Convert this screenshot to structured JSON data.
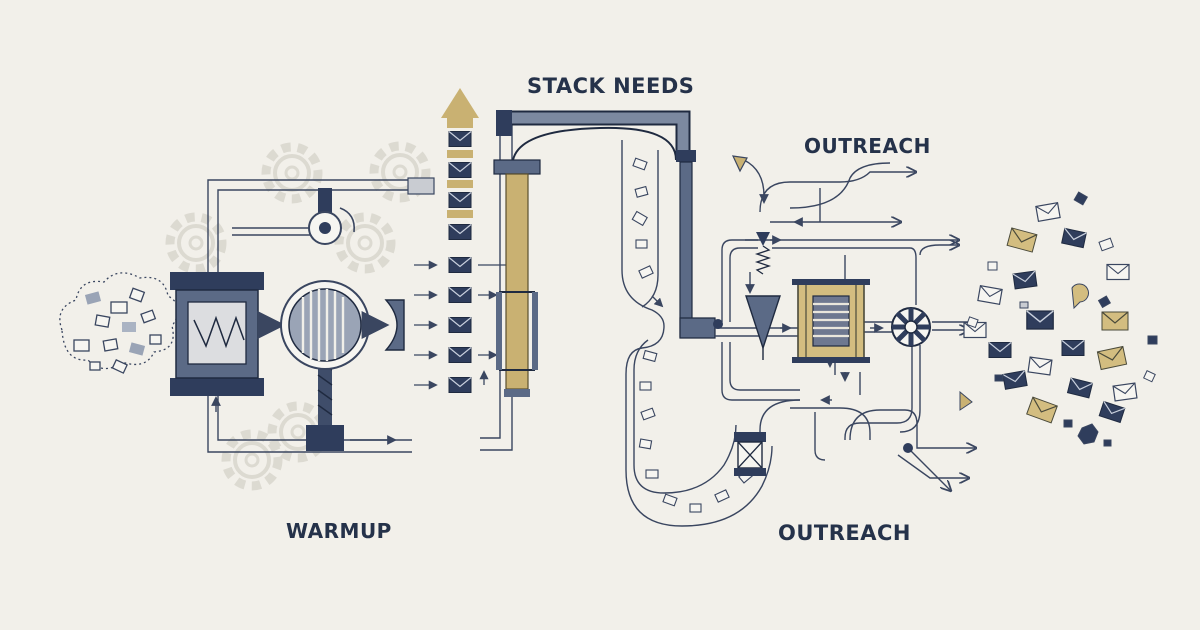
{
  "labels": {
    "stack_needs": "STACK NEEDS",
    "outreach_top": "OUTREACH",
    "warmup": "WARMUP",
    "outreach_bottom": "OUTREACH"
  },
  "colors": {
    "background": "#f2f0ea",
    "navy": "#2f3d5c",
    "slate": "#5b6a86",
    "gold": "#c9b172",
    "line": "#3a4660",
    "pale": "#d9d6ce"
  },
  "icons": [
    "envelope-icon",
    "gear-icon",
    "valve-icon",
    "filter-icon",
    "arrow-up-icon"
  ]
}
